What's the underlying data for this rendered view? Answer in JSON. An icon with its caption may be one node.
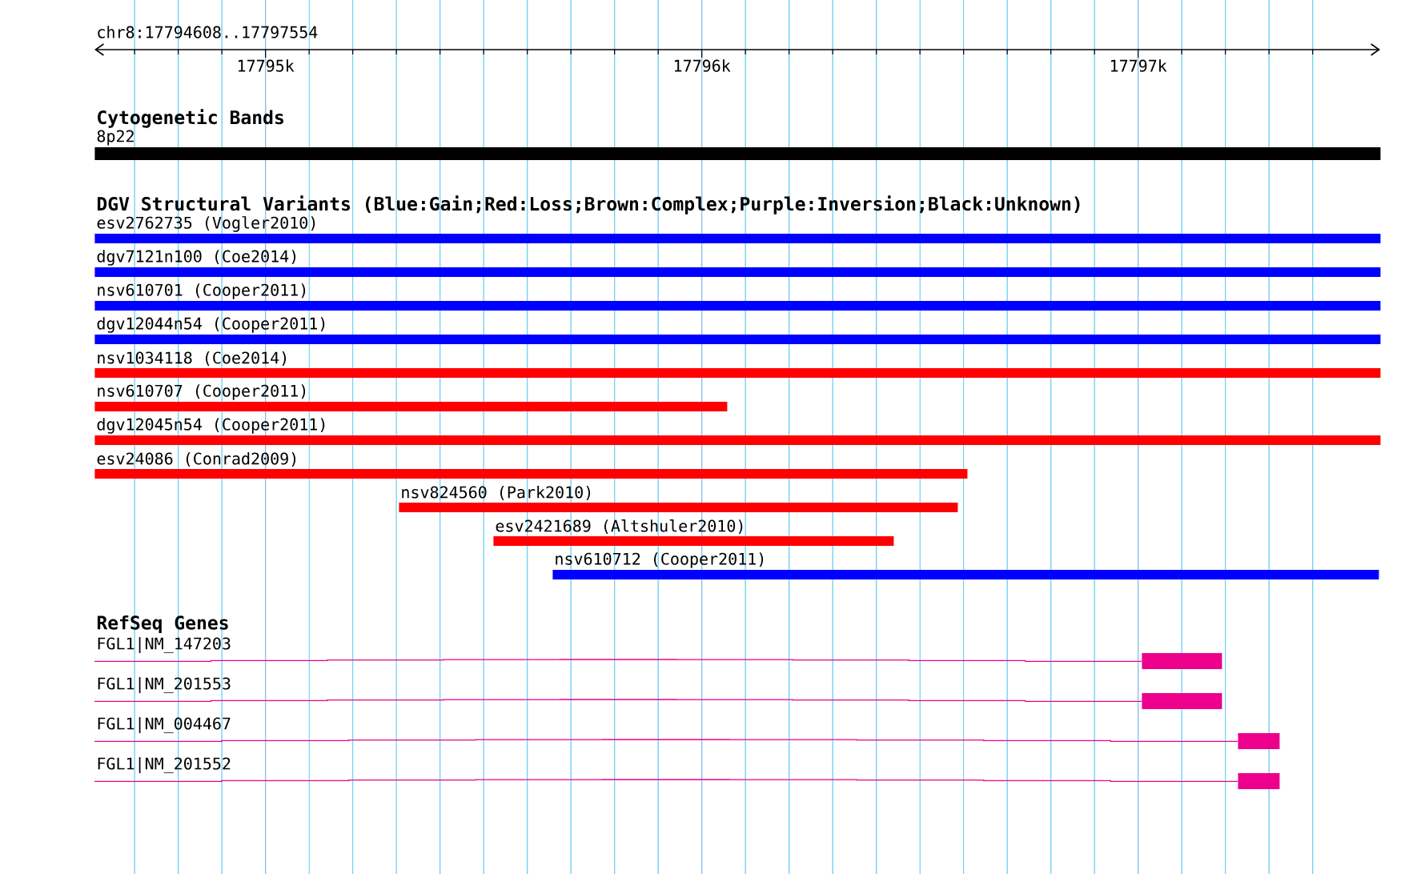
{
  "diagram": {
    "nodes": [
      {
        "text": [
          "8p22"
        ]
      },
      {
        "text": [
          "esv2762735 (Vogler2010)"
        ]
      },
      {
        "text": [
          "dgv7121n100 (Coe2014)"
        ]
      },
      {
        "text": [
          "nsv610701 (Cooper2011)"
        ]
      },
      {
        "text": [
          "dgv12044n54 (Cooper2011)"
        ]
      },
      {
        "text": [
          "nsv1034118 (Coe2014)"
        ]
      },
      {
        "text": [
          "nsv610707 (Cooper2011)"
        ]
      },
      {
        "text": [
          "dgv12045n54 (Cooper2011)"
        ]
      },
      {
        "text": [
          "esv24086 (Conrad2009)"
        ]
      },
      {
        "text": [
          "nsv824560 (Park2010)"
        ]
      },
      {
        "text": [
          "esv2421689 (Altshuler2010)"
        ]
      },
      {
        "text": [
          "nsv610712 (Cooper2011)"
        ]
      },
      {
        "text": [
          "FGL1|NM_147203"
        ]
      },
      {
        "text": [
          "FGL1|NM_201553"
        ]
      },
      {
        "text": [
          "FGL1|NM_004467"
        ]
      },
      {
        "text": [
          "FGL1|NM_201552"
        ]
      }
    ],
    "labels": [
      "chr8:17794608..17797554",
      "17795k",
      "17796k",
      "17797k",
      "Cytogenetic Bands",
      "DGV Structural Variants (Blue:Gain;Red:Loss;Brown:Complex;Purple:Inversion;Black:Unknown)",
      "RefSeq Genes"
    ]
  }
}
